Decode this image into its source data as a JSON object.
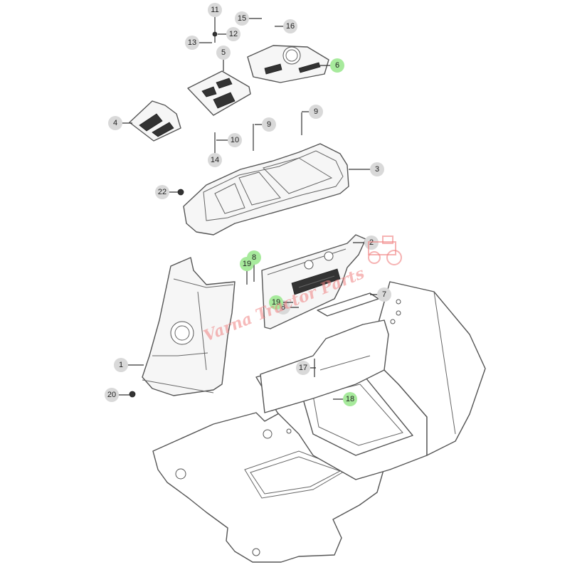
{
  "diagram": {
    "type": "exploded-parts-diagram",
    "highlight_color": "#a7ea9c",
    "callout_color": "#d9d9d9",
    "callouts": [
      {
        "num": "1",
        "highlighted": false
      },
      {
        "num": "2",
        "highlighted": false
      },
      {
        "num": "3",
        "highlighted": false
      },
      {
        "num": "4",
        "highlighted": false
      },
      {
        "num": "5",
        "highlighted": false
      },
      {
        "num": "6",
        "highlighted": true
      },
      {
        "num": "7",
        "highlighted": false
      },
      {
        "num": "8",
        "highlighted": true
      },
      {
        "num": "8",
        "highlighted": false
      },
      {
        "num": "9",
        "highlighted": false
      },
      {
        "num": "9",
        "highlighted": false
      },
      {
        "num": "10",
        "highlighted": false
      },
      {
        "num": "11",
        "highlighted": false
      },
      {
        "num": "12",
        "highlighted": false
      },
      {
        "num": "13",
        "highlighted": false
      },
      {
        "num": "14",
        "highlighted": false
      },
      {
        "num": "15",
        "highlighted": false
      },
      {
        "num": "16",
        "highlighted": false
      },
      {
        "num": "17",
        "highlighted": false
      },
      {
        "num": "18",
        "highlighted": true
      },
      {
        "num": "19",
        "highlighted": true
      },
      {
        "num": "19",
        "highlighted": true
      },
      {
        "num": "20",
        "highlighted": false
      },
      {
        "num": "22",
        "highlighted": false
      }
    ]
  },
  "watermark": {
    "text": "Varna Tractor Parts",
    "color": "#f08080",
    "icon": "tractor-icon"
  }
}
